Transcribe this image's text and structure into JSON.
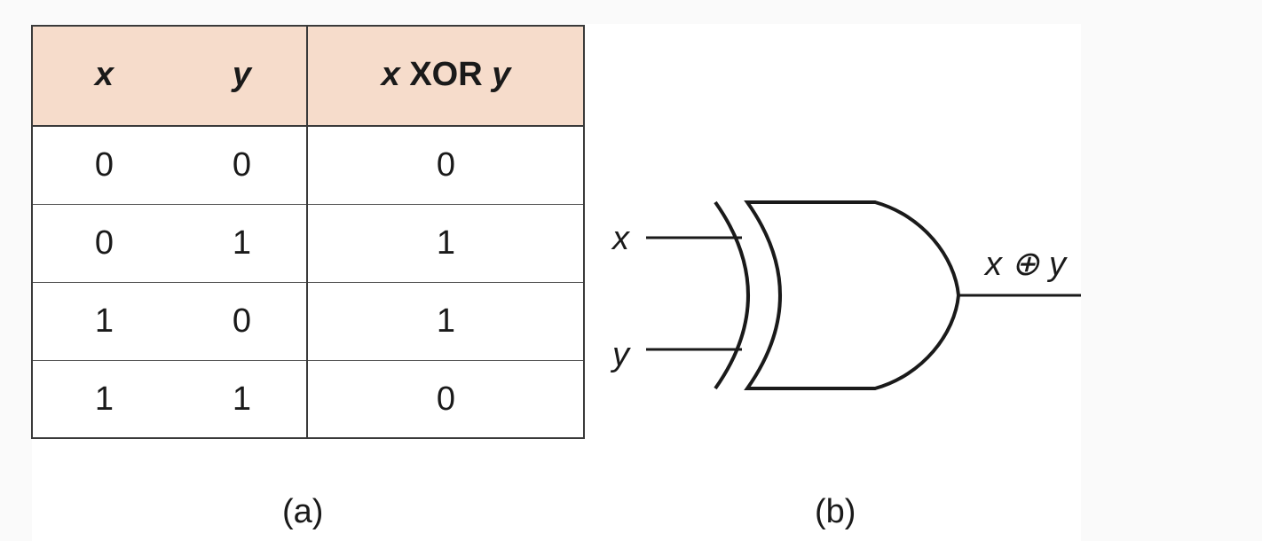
{
  "truth_table": {
    "headers": {
      "x": "x",
      "y": "y",
      "op_var1": "x",
      "op_name": "XOR",
      "op_var2": "y"
    },
    "rows": [
      {
        "x": "0",
        "y": "0",
        "out": "0"
      },
      {
        "x": "0",
        "y": "1",
        "out": "1"
      },
      {
        "x": "1",
        "y": "0",
        "out": "1"
      },
      {
        "x": "1",
        "y": "1",
        "out": "0"
      }
    ],
    "header_color": "#f6dccb"
  },
  "gate": {
    "type": "XOR",
    "input_1_label": "x",
    "input_2_label": "y",
    "output_label": "x ⊕ y"
  },
  "captions": {
    "a": "(a)",
    "b": "(b)"
  }
}
